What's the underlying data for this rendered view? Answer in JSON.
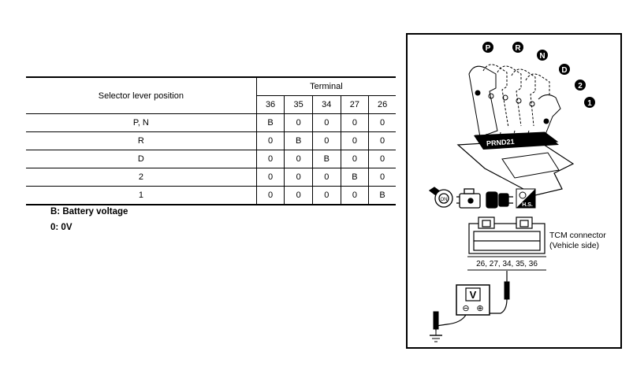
{
  "table": {
    "row_header": "Selector lever position",
    "group_header": "Terminal",
    "terminals": [
      "36",
      "35",
      "34",
      "27",
      "26"
    ],
    "rows": [
      {
        "position": "P, N",
        "values": [
          "B",
          "0",
          "0",
          "0",
          "0"
        ]
      },
      {
        "position": "R",
        "values": [
          "0",
          "B",
          "0",
          "0",
          "0"
        ]
      },
      {
        "position": "D",
        "values": [
          "0",
          "0",
          "B",
          "0",
          "0"
        ]
      },
      {
        "position": "2",
        "values": [
          "0",
          "0",
          "0",
          "B",
          "0"
        ]
      },
      {
        "position": "1",
        "values": [
          "0",
          "0",
          "0",
          "0",
          "B"
        ]
      }
    ]
  },
  "legend": {
    "b": "B: Battery voltage",
    "zero": "0: 0V"
  },
  "diagram": {
    "gear_labels": [
      "P",
      "R",
      "N",
      "D",
      "2",
      "1"
    ],
    "gate_text": "PRND21",
    "connector_label_1": "TCM connector",
    "connector_label_2": "(Vehicle side)",
    "terminal_list": "26, 27, 34, 35, 36",
    "meter_label": "V",
    "minus": "⊖",
    "plus": "⊕",
    "hs_label": "H.S."
  }
}
